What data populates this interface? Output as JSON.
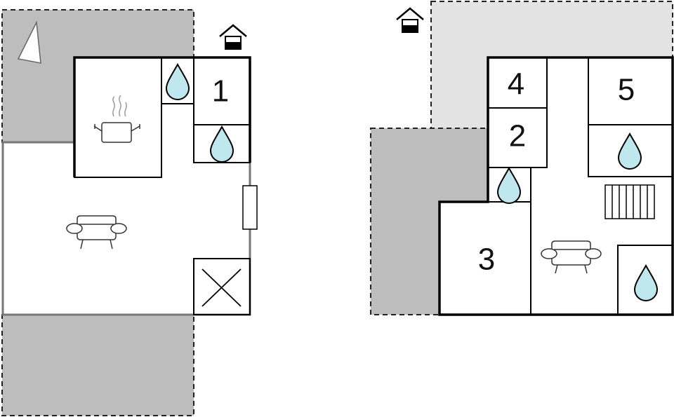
{
  "floors": [
    {
      "id": "ground",
      "rooms": [
        {
          "id": "1",
          "label": "1"
        }
      ]
    },
    {
      "id": "upper",
      "rooms": [
        {
          "id": "4",
          "label": "4"
        },
        {
          "id": "2",
          "label": "2"
        },
        {
          "id": "5",
          "label": "5"
        },
        {
          "id": "3",
          "label": "3"
        }
      ]
    }
  ],
  "colors": {
    "terrace_dark": "#bdbdbd",
    "terrace_light": "#e3e3e3",
    "water": "#bfe8ee",
    "wall": "#000000"
  },
  "icons": [
    "compass-icon",
    "entrance-icon",
    "kitchen-icon",
    "bathroom-icon",
    "sofa-icon",
    "fireplace-icon",
    "window-icon",
    "stairs-icon"
  ]
}
